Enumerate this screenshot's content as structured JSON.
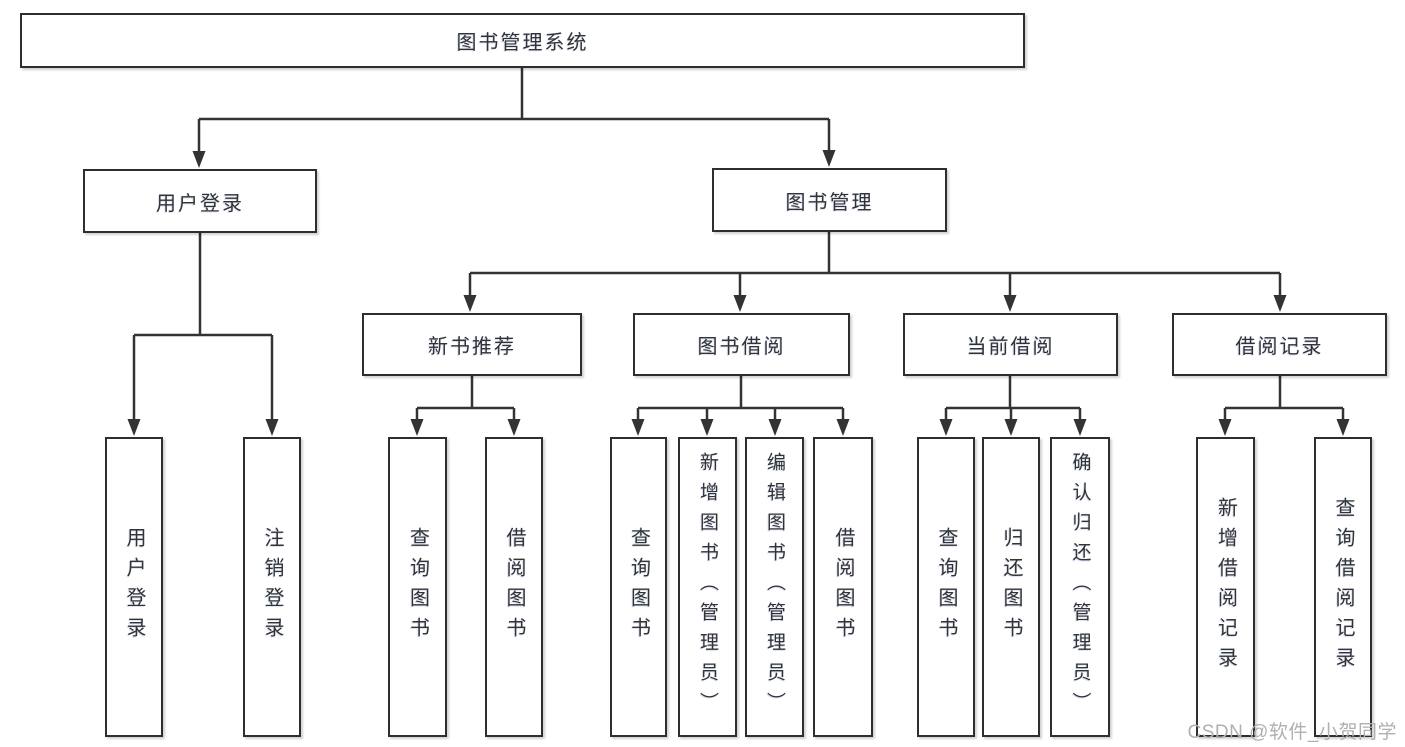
{
  "colors": {
    "line": "#333333",
    "border": "#2e2e2e",
    "text": "#333333",
    "watermark": "#b0b0b0",
    "background": "#ffffff"
  },
  "diagram": {
    "type": "hierarchy-tree",
    "title": "图书管理系统",
    "level2": {
      "user_login": "用户登录",
      "book_management": "图书管理"
    },
    "level3": {
      "new_book_recommend": "新书推荐",
      "book_borrow": "图书借阅",
      "current_borrow": "当前借阅",
      "borrow_records": "借阅记录"
    },
    "leaves": {
      "user_login": "用户登录",
      "logout": "注销登录",
      "query_book_recommend": "查询图书",
      "borrow_book_recommend": "借阅图书",
      "query_book_borrow": "查询图书",
      "add_book_admin": "新增图书（管理员）",
      "edit_book_admin": "编辑图书（管理员）",
      "borrow_book": "借阅图书",
      "query_book_current": "查询图书",
      "return_book": "归还图书",
      "confirm_return_admin": "确认归还（管理员）",
      "add_borrow_record": "新增借阅记录",
      "query_borrow_record": "查询借阅记录"
    }
  },
  "watermark": {
    "text": "CSDN @软件_小贺同学"
  }
}
